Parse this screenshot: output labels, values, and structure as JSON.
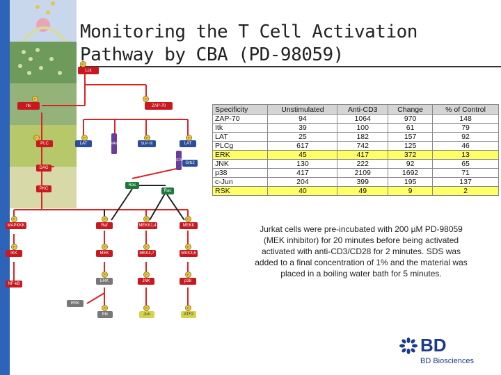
{
  "title": {
    "line1": "Monitoring the T Cell Activation",
    "line2": "Pathway by CBA (PD-98059)"
  },
  "pathway": {
    "nodes": {
      "lck": "Lck",
      "zap70": "ZAP-70",
      "itk": "Itk",
      "plc": "PLC",
      "lat_left": "LAT",
      "vav": "VAV",
      "slp76": "SLP-76",
      "lat_right": "LAT",
      "grb2": "Grb2",
      "sos": "SOS",
      "dag": "DAG",
      "pkc": "PKC",
      "ras_mid": "Ras",
      "rac": "Rac",
      "mapkkk": "MAPKKK",
      "ras_low": "Raf",
      "mekk14": "MEKK1,4",
      "mekk": "MEKK",
      "ikk": "IKK",
      "mek": "MEK",
      "mkk47": "MKK4,7",
      "mkk36": "MKK3,6",
      "nfkb": "NF-kB",
      "erk": "ERK",
      "jnk": "JNK",
      "p38": "p38",
      "rsk": "RSK",
      "elk": "Elk",
      "jun": "Jun",
      "atf2": "ATF2"
    },
    "phospho_label": "P"
  },
  "table": {
    "headers": [
      "Specificity",
      "Unstimulated",
      "Anti-CD3",
      "Change",
      "% of Control"
    ],
    "rows": [
      {
        "specificity": "ZAP-70",
        "unstim": "94",
        "anticd3": "1064",
        "change": "970",
        "pct": "148",
        "highlight": false
      },
      {
        "specificity": "Itk",
        "unstim": "39",
        "anticd3": "100",
        "change": "61",
        "pct": "79",
        "highlight": false
      },
      {
        "specificity": "LAT",
        "unstim": "25",
        "anticd3": "182",
        "change": "157",
        "pct": "92",
        "highlight": false
      },
      {
        "specificity": "PLCg",
        "unstim": "617",
        "anticd3": "742",
        "change": "125",
        "pct": "46",
        "highlight": false
      },
      {
        "specificity": "ERK",
        "unstim": "45",
        "anticd3": "417",
        "change": "372",
        "pct": "13",
        "highlight": true
      },
      {
        "specificity": "JNK",
        "unstim": "130",
        "anticd3": "222",
        "change": "92",
        "pct": "65",
        "highlight": false
      },
      {
        "specificity": "p38",
        "unstim": "417",
        "anticd3": "2109",
        "change": "1692",
        "pct": "71",
        "highlight": false
      },
      {
        "specificity": "c-Jun",
        "unstim": "204",
        "anticd3": "399",
        "change": "195",
        "pct": "137",
        "highlight": false
      },
      {
        "specificity": "RSK",
        "unstim": "40",
        "anticd3": "49",
        "change": "9",
        "pct": "2",
        "highlight": true
      }
    ]
  },
  "description": "Jurkat cells were pre-incubated with 200 µM PD-98059 (MEK inhibitor) for 20 minutes before being activated activated with anti-CD3/CD28 for 2 minutes. SDS was added to a final concentration of 1% and the material was placed in a boiling water bath for 5 minutes.",
  "logo": {
    "mark_text": "BD",
    "subtitle": "BD Biosciences"
  },
  "colors": {
    "brand_blue": "#1a3a8a",
    "node_red": "#c7191f",
    "highlight_yellow": "#ffff66"
  }
}
